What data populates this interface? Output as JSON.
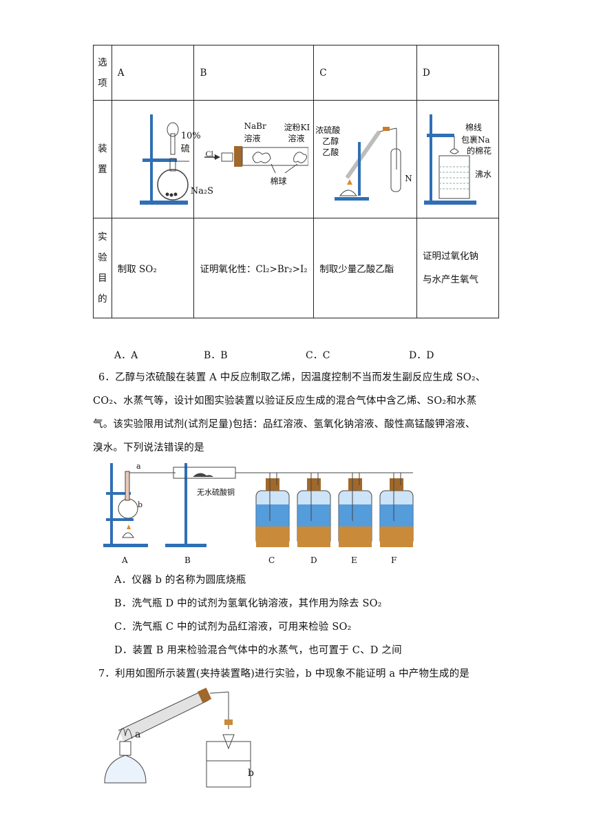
{
  "table": {
    "row_heads": {
      "options": [
        "选",
        "项"
      ],
      "apparatus": [
        "装",
        "置"
      ],
      "purpose": [
        "实",
        "验",
        "目",
        "的"
      ]
    },
    "options": [
      "A",
      "B",
      "C",
      "D"
    ],
    "labels": {
      "a_acid": "10%硫",
      "a_salt": "Na₂S",
      "b_cl2": "Cl₂",
      "b_nabr": "NaBr",
      "b_nabr2": "溶液",
      "b_ki": "淀粉KI",
      "b_ki2": "溶液",
      "b_cotton": "棉球",
      "c_l1": "浓硫酸",
      "c_l2": "乙醇",
      "c_l3": "乙酸",
      "c_l4": "N",
      "d_l1": "棉线",
      "d_l2": "包裹Na",
      "d_l3": "的棉花",
      "d_l4": "沸水"
    },
    "purposes": {
      "a": "制取 SO₂",
      "b": "证明氧化性：Cl₂>Br₂>I₂",
      "c": "制取少量乙酸乙酯",
      "d1": "证明过氧化钠",
      "d2": "与水产生氧气"
    }
  },
  "q5_choices": [
    "A．A",
    "B．B",
    "C．C",
    "D．D"
  ],
  "q6": {
    "stem": [
      "6．乙醇与浓硫酸在装置 A 中反应制取乙烯，因温度控制不当而发生副反应生成 SO₂、",
      "CO₂、水蒸气等，设计如图实验装置以验证反应生成的混合气体中含乙烯、SO₂和水蒸",
      "气。该实验限用试剂(试剂足量)包括：品红溶液、氢氧化钠溶液、酸性高锰酸钾溶液、",
      "溴水。下列说法错误的是"
    ],
    "figure": {
      "label_a": "a",
      "label_b": "b",
      "salt": "无水硫酸铜",
      "stations": [
        "A",
        "B",
        "C",
        "D",
        "E",
        "F"
      ]
    },
    "choices": [
      "A．仪器 b 的名称为圆底烧瓶",
      "B．洗气瓶 D 中的试剂为氢氧化钠溶液，其作用为除去 SO₂",
      "C．洗气瓶 C 中的试剂为品红溶液，可用来检验 SO₂",
      "D．装置 B 用来检验混合气体中的水蒸气，也可置于 C、D 之间"
    ]
  },
  "q7": {
    "stem": "7．利用如图所示装置(夹持装置略)进行实验，b 中现象不能证明 a 中产物生成的是",
    "figure": {
      "label_a": "a",
      "label_b": "b"
    }
  }
}
